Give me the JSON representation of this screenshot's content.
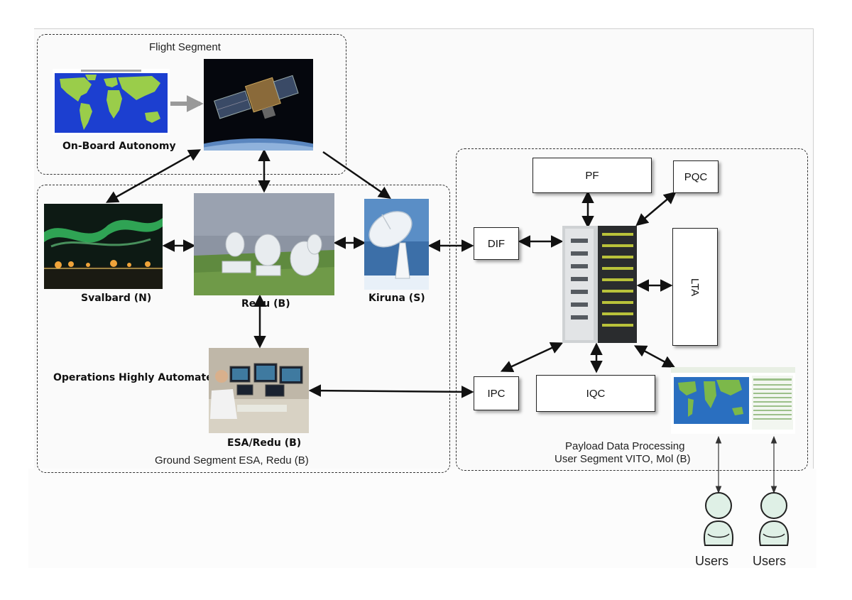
{
  "segments": {
    "flight": {
      "label": "Flight Segment"
    },
    "ground": {
      "label": "Ground Segment ESA, Redu (B)"
    },
    "user": {
      "line1": "Payload Data Processing",
      "line2": "User Segment VITO, Mol (B)"
    }
  },
  "photos": {
    "onboard": {
      "label": "On-Board Autonomy"
    },
    "svalbard": {
      "label": "Svalbard (N)"
    },
    "redu": {
      "label": "Redu (B)"
    },
    "kiruna": {
      "label": "Kiruna (S)"
    },
    "esa": {
      "label": "ESA/Redu (B)"
    }
  },
  "ops_label": "Operations Highly Automated",
  "nodes": {
    "pf": "PF",
    "pqc": "PQC",
    "dif": "DIF",
    "lta": "LTA",
    "ipc": "IPC",
    "iqc": "IQC"
  },
  "users": [
    {
      "label": "Users"
    },
    {
      "label": "Users"
    }
  ],
  "colors": {
    "land": "#9acd4a",
    "ocean": "#1c3fd0",
    "arrow": "#111111",
    "user_fill": "#dff0e6",
    "aurora": "#3bd16a"
  }
}
